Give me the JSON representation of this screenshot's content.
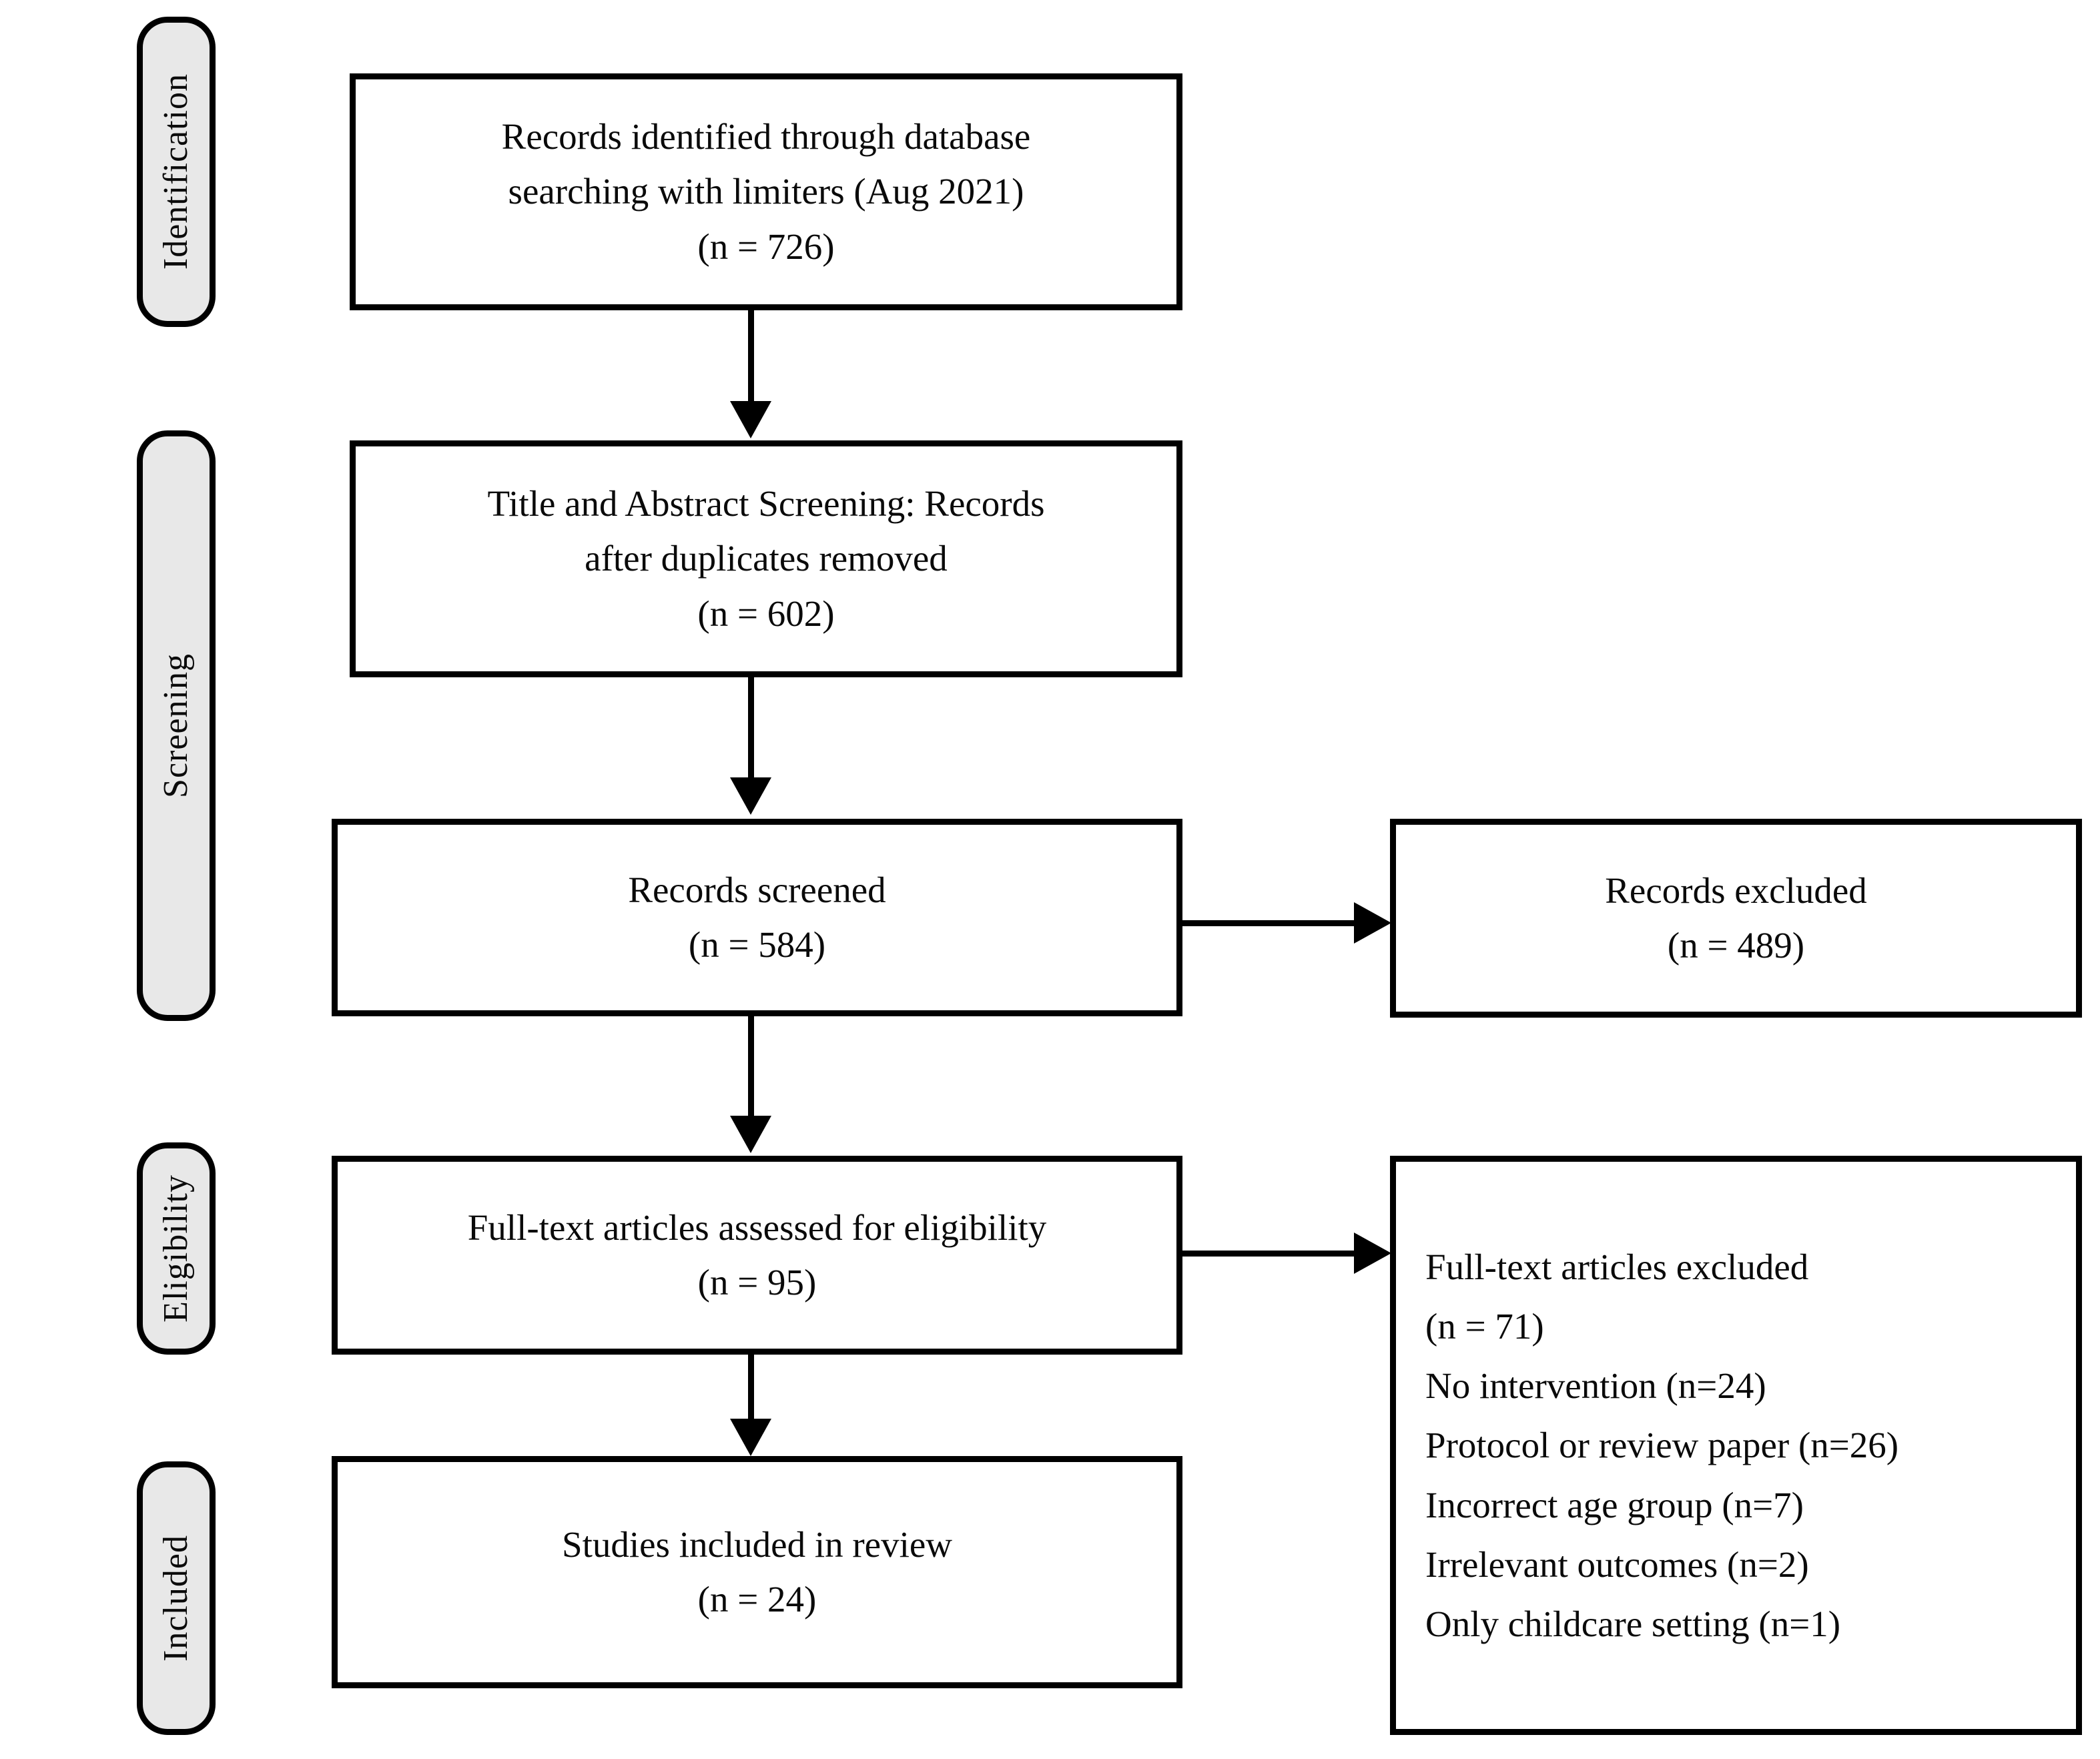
{
  "diagram": {
    "type": "prisma-flow-diagram",
    "colors": {
      "stage_label_fill": "#e8e8e8",
      "box_fill": "#ffffff",
      "stroke": "#000000",
      "text": "#0a0a0a"
    },
    "stages": [
      {
        "id": "identification",
        "label": "Identification"
      },
      {
        "id": "screening",
        "label": "Screening"
      },
      {
        "id": "eligibility",
        "label": "Eligibility"
      },
      {
        "id": "included",
        "label": "Included"
      }
    ],
    "boxes": {
      "records_identified": {
        "lines": [
          "Records identified through database",
          "searching with limiters (Aug 2021)",
          "(n = 726)"
        ],
        "n": 726
      },
      "title_abstract_screening": {
        "lines": [
          "Title and Abstract Screening: Records",
          "after duplicates removed",
          "(n = 602)"
        ],
        "n": 602
      },
      "records_screened": {
        "lines": [
          "Records screened",
          "(n = 584)"
        ],
        "n": 584
      },
      "records_excluded": {
        "lines": [
          "Records excluded",
          "(n = 489)"
        ],
        "n": 489
      },
      "fulltext_assessed": {
        "lines": [
          "Full-text articles assessed for eligibility",
          "(n = 95)"
        ],
        "n": 95
      },
      "fulltext_excluded": {
        "lines": [
          "Full-text articles excluded",
          "(n = 71)",
          "No intervention (n=24)",
          "Protocol or review paper (n=26)",
          "Incorrect age group (n=7)",
          "Irrelevant outcomes (n=2)",
          "Only childcare setting (n=1)"
        ],
        "n": 71,
        "reasons": [
          {
            "label": "No intervention",
            "n": 24
          },
          {
            "label": "Protocol or review paper",
            "n": 26
          },
          {
            "label": "Incorrect age group",
            "n": 7
          },
          {
            "label": "Irrelevant outcomes",
            "n": 2
          },
          {
            "label": "Only childcare setting",
            "n": 1
          }
        ]
      },
      "studies_included": {
        "lines": [
          "Studies included in review",
          "(n = 24)"
        ],
        "n": 24
      }
    }
  }
}
